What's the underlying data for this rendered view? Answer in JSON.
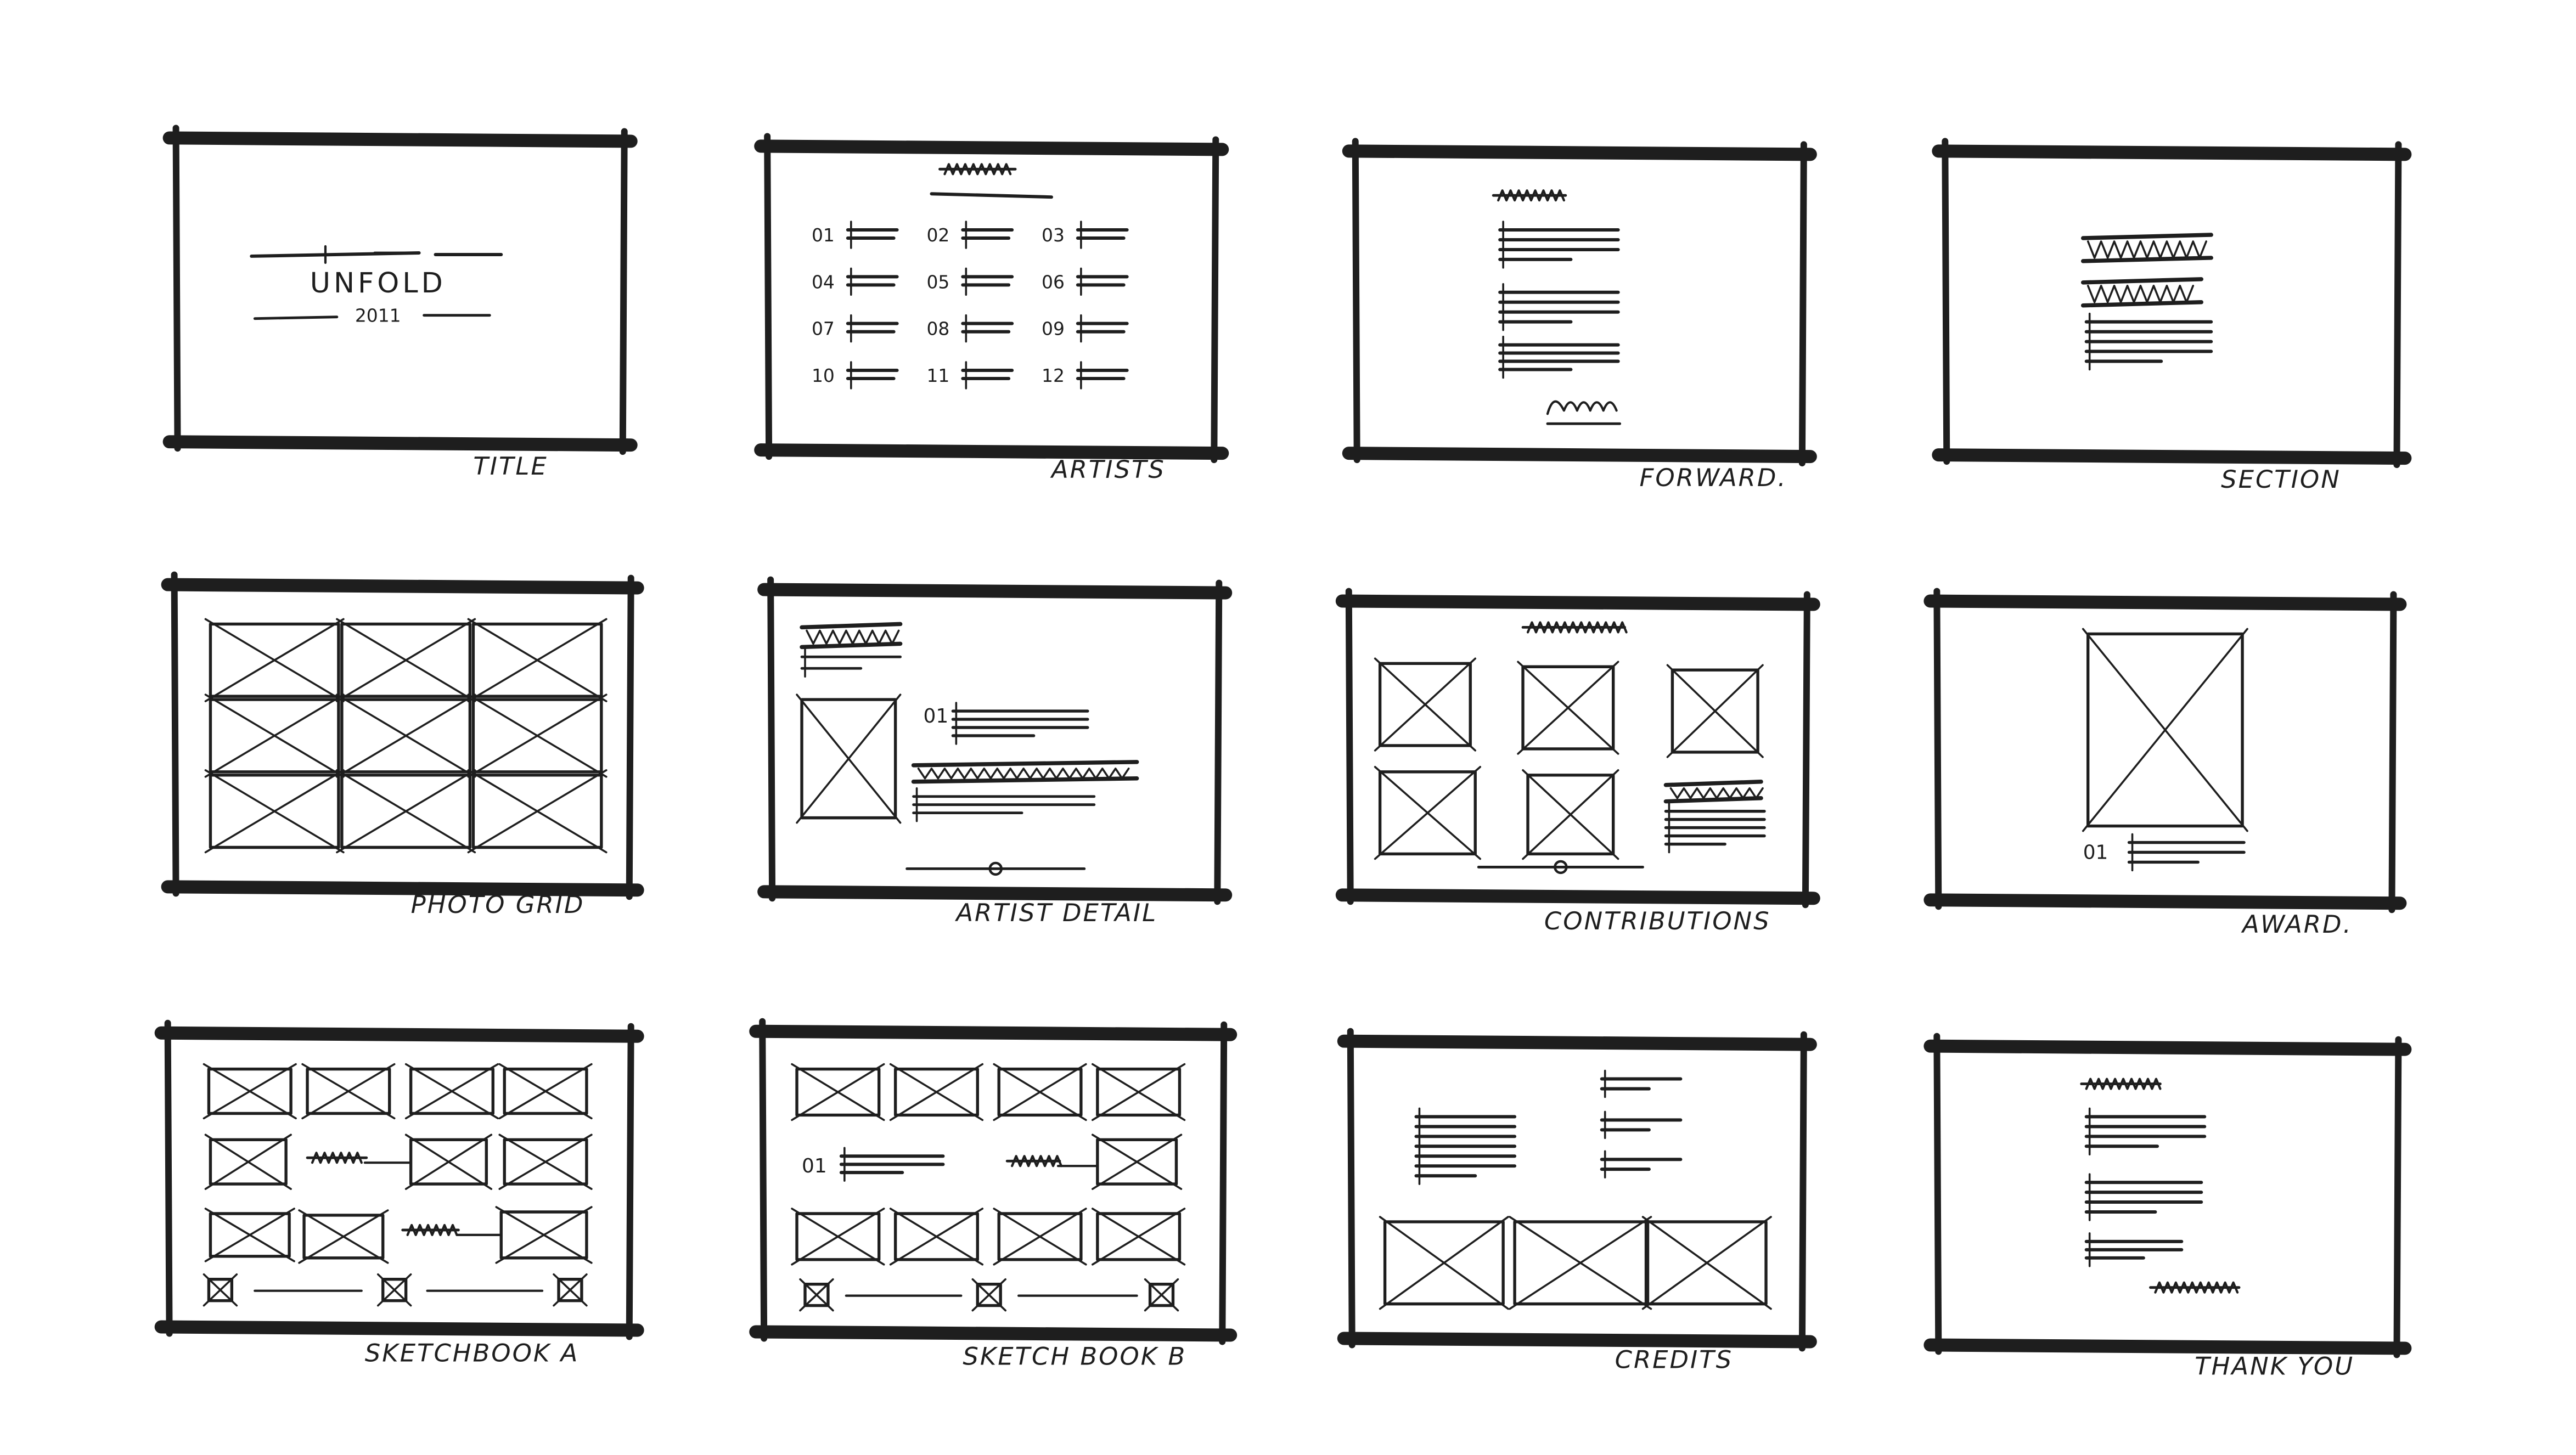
{
  "sheet": {
    "ink_color": "#1e1e1e",
    "background": "#ffffff",
    "frames": [
      {
        "label": "TITLE",
        "title_text": "UNFOLD",
        "year_text": "2011"
      },
      {
        "label": "ARTISTS",
        "numbers": [
          "01",
          "02",
          "03",
          "04",
          "05",
          "06",
          "07",
          "08",
          "09",
          "10",
          "11",
          "12"
        ]
      },
      {
        "label": "FORWARD."
      },
      {
        "label": "SECTION"
      },
      {
        "label": "PHOTO GRID"
      },
      {
        "label": "ARTIST DETAIL",
        "number": "01"
      },
      {
        "label": "CONTRIBUTIONS"
      },
      {
        "label": "AWARD.",
        "number": "01"
      },
      {
        "label": "SKETCHBOOK A"
      },
      {
        "label": "SKETCH BOOK B",
        "number": "01"
      },
      {
        "label": "CREDITS"
      },
      {
        "label": "THANK YOU"
      }
    ]
  }
}
